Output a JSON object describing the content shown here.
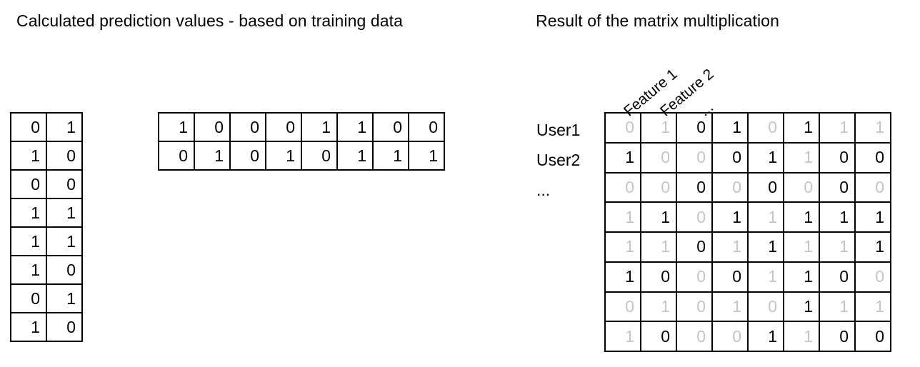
{
  "titles": {
    "left": "Calculated prediction values - based on training data",
    "right": "Result of the matrix multiplication"
  },
  "matrix_a": [
    [
      0,
      1
    ],
    [
      1,
      0
    ],
    [
      0,
      0
    ],
    [
      1,
      1
    ],
    [
      1,
      1
    ],
    [
      1,
      0
    ],
    [
      0,
      1
    ],
    [
      1,
      0
    ]
  ],
  "matrix_b": [
    [
      1,
      0,
      0,
      0,
      1,
      1,
      0,
      0
    ],
    [
      0,
      1,
      0,
      1,
      0,
      1,
      1,
      1
    ]
  ],
  "result": {
    "column_labels": [
      "Feature 1",
      "Feature 2",
      "..."
    ],
    "row_labels": [
      "User1",
      "User2",
      "..."
    ],
    "cells": [
      [
        0,
        1,
        0,
        1,
        0,
        1,
        1,
        1
      ],
      [
        1,
        0,
        0,
        0,
        1,
        1,
        0,
        0
      ],
      [
        0,
        0,
        0,
        0,
        0,
        0,
        0,
        0
      ],
      [
        1,
        1,
        0,
        1,
        1,
        1,
        1,
        1
      ],
      [
        1,
        1,
        0,
        1,
        1,
        1,
        1,
        1
      ],
      [
        1,
        0,
        0,
        0,
        1,
        1,
        0,
        0
      ],
      [
        0,
        1,
        0,
        1,
        0,
        1,
        1,
        1
      ],
      [
        1,
        0,
        0,
        0,
        1,
        1,
        0,
        0
      ]
    ],
    "highlighted": [
      [
        false,
        false,
        true,
        true,
        false,
        true,
        false,
        false
      ],
      [
        true,
        false,
        false,
        true,
        true,
        false,
        true,
        true
      ],
      [
        false,
        false,
        true,
        false,
        true,
        false,
        true,
        false
      ],
      [
        false,
        true,
        false,
        true,
        false,
        true,
        true,
        true
      ],
      [
        false,
        false,
        true,
        false,
        true,
        false,
        false,
        true
      ],
      [
        true,
        true,
        false,
        true,
        false,
        true,
        true,
        false
      ],
      [
        false,
        false,
        false,
        false,
        false,
        true,
        false,
        false
      ],
      [
        false,
        true,
        false,
        false,
        true,
        false,
        true,
        true
      ]
    ]
  },
  "colors": {
    "text": "#000000",
    "dimmed": "#c4c4c4",
    "border": "#000000"
  }
}
